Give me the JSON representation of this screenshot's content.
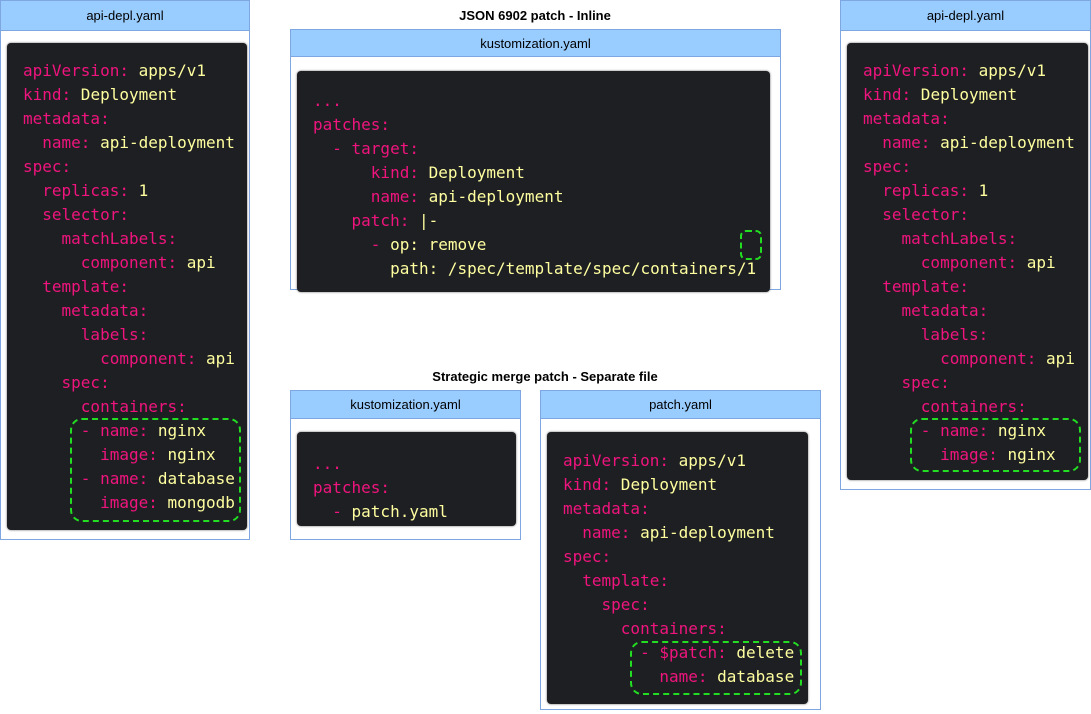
{
  "headings": {
    "json_patch": "JSON 6902 patch - Inline",
    "strategic": "Strategic merge patch - Separate file"
  },
  "panels": {
    "left": {
      "title": "api-depl.yaml",
      "lines": [
        {
          "indent": "",
          "key": "apiVersion:",
          "value": " apps/v1"
        },
        {
          "indent": "",
          "key": "kind:",
          "value": " Deployment"
        },
        {
          "indent": "",
          "key": "metadata:",
          "value": ""
        },
        {
          "indent": "  ",
          "key": "name:",
          "value": " api-deployment"
        },
        {
          "indent": "",
          "key": "spec:",
          "value": ""
        },
        {
          "indent": "  ",
          "key": "replicas:",
          "value": " 1"
        },
        {
          "indent": "  ",
          "key": "selector:",
          "value": ""
        },
        {
          "indent": "    ",
          "key": "matchLabels:",
          "value": ""
        },
        {
          "indent": "      ",
          "key": "component:",
          "value": " api"
        },
        {
          "indent": "  ",
          "key": "template:",
          "value": ""
        },
        {
          "indent": "    ",
          "key": "metadata:",
          "value": ""
        },
        {
          "indent": "      ",
          "key": "labels:",
          "value": ""
        },
        {
          "indent": "        ",
          "key": "component:",
          "value": " api"
        },
        {
          "indent": "    ",
          "key": "spec:",
          "value": ""
        },
        {
          "indent": "      ",
          "key": "containers:",
          "value": ""
        },
        {
          "indent": "      ",
          "key": "- name:",
          "value": " nginx"
        },
        {
          "indent": "        ",
          "key": "image:",
          "value": " nginx"
        },
        {
          "indent": "      ",
          "key": "- name:",
          "value": " database"
        },
        {
          "indent": "        ",
          "key": "image:",
          "value": " mongodb"
        }
      ]
    },
    "json_kustomization": {
      "title": "kustomization.yaml",
      "lines": [
        {
          "indent": "",
          "key": "...",
          "value": ""
        },
        {
          "indent": "",
          "key": "patches:",
          "value": ""
        },
        {
          "indent": "  ",
          "key": "- target:",
          "value": ""
        },
        {
          "indent": "      ",
          "key": "kind:",
          "value": " Deployment"
        },
        {
          "indent": "      ",
          "key": "name:",
          "value": " api-deployment"
        },
        {
          "indent": "    ",
          "key": "patch:",
          "value": " |-"
        },
        {
          "indent": "      ",
          "key": "- ",
          "value": "op: remove"
        },
        {
          "indent": "        ",
          "key": "",
          "value": "path: /spec/template/spec/containers/1"
        }
      ]
    },
    "sm_kustomization": {
      "title": "kustomization.yaml",
      "lines": [
        {
          "indent": "",
          "key": "...",
          "value": ""
        },
        {
          "indent": "",
          "key": "patches:",
          "value": ""
        },
        {
          "indent": "  ",
          "key": "- ",
          "value": "patch.yaml"
        }
      ]
    },
    "patch": {
      "title": "patch.yaml",
      "lines": [
        {
          "indent": "",
          "key": "apiVersion:",
          "value": " apps/v1"
        },
        {
          "indent": "",
          "key": "kind:",
          "value": " Deployment"
        },
        {
          "indent": "",
          "key": "metadata:",
          "value": ""
        },
        {
          "indent": "  ",
          "key": "name:",
          "value": " api-deployment"
        },
        {
          "indent": "",
          "key": "spec:",
          "value": ""
        },
        {
          "indent": "  ",
          "key": "template:",
          "value": ""
        },
        {
          "indent": "    ",
          "key": "spec:",
          "value": ""
        },
        {
          "indent": "      ",
          "key": "containers:",
          "value": ""
        },
        {
          "indent": "        ",
          "key": "- $patch:",
          "value": " delete"
        },
        {
          "indent": "          ",
          "key": "name:",
          "value": " database"
        }
      ]
    },
    "right": {
      "title": "api-depl.yaml",
      "lines": [
        {
          "indent": "",
          "key": "apiVersion:",
          "value": " apps/v1"
        },
        {
          "indent": "",
          "key": "kind:",
          "value": " Deployment"
        },
        {
          "indent": "",
          "key": "metadata:",
          "value": ""
        },
        {
          "indent": "  ",
          "key": "name:",
          "value": " api-deployment"
        },
        {
          "indent": "",
          "key": "spec:",
          "value": ""
        },
        {
          "indent": "  ",
          "key": "replicas:",
          "value": " 1"
        },
        {
          "indent": "  ",
          "key": "selector:",
          "value": ""
        },
        {
          "indent": "    ",
          "key": "matchLabels:",
          "value": ""
        },
        {
          "indent": "      ",
          "key": "component:",
          "value": " api"
        },
        {
          "indent": "  ",
          "key": "template:",
          "value": ""
        },
        {
          "indent": "    ",
          "key": "metadata:",
          "value": ""
        },
        {
          "indent": "      ",
          "key": "labels:",
          "value": ""
        },
        {
          "indent": "        ",
          "key": "component:",
          "value": " api"
        },
        {
          "indent": "    ",
          "key": "spec:",
          "value": ""
        },
        {
          "indent": "      ",
          "key": "containers:",
          "value": ""
        },
        {
          "indent": "      ",
          "key": "- name:",
          "value": " nginx"
        },
        {
          "indent": "        ",
          "key": "image:",
          "value": " nginx"
        }
      ]
    }
  },
  "colors": {
    "yaml_key": "#f0147e",
    "yaml_value": "#ffffa0",
    "code_background": "#1e1f22",
    "title_bar": "#99ccff",
    "highlight_border": "#22dd22"
  }
}
